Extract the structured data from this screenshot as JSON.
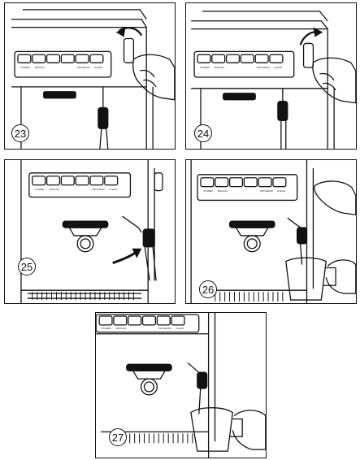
{
  "steps": [
    {
      "number": "23"
    },
    {
      "number": "24"
    },
    {
      "number": "25"
    },
    {
      "number": "26"
    },
    {
      "number": "27"
    }
  ],
  "control_panel": {
    "labels": [
      "POWER",
      "MANUAL",
      "",
      "",
      "PROGRAM",
      "CLEAN"
    ]
  },
  "colors": {
    "ink": "#111111",
    "paper": "#ffffff"
  }
}
